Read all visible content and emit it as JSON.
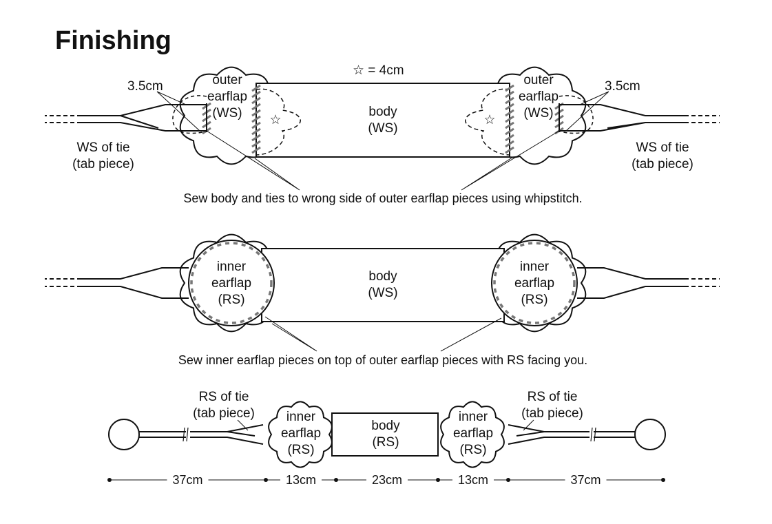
{
  "title": "Finishing",
  "step1": {
    "star_note": "☆ = 4cm",
    "left_measure": "3.5cm",
    "right_measure": "3.5cm",
    "outer_earflap": [
      "outer",
      "earflap",
      "(WS)"
    ],
    "body": [
      "body",
      "(WS)"
    ],
    "tie": [
      "WS of tie",
      "(tab piece)"
    ],
    "star": "☆",
    "caption": "Sew body and ties to wrong side of outer earflap pieces using whipstitch."
  },
  "step2": {
    "inner_earflap": [
      "inner",
      "earflap",
      "(RS)"
    ],
    "body": [
      "body",
      "(WS)"
    ],
    "caption": "Sew inner earflap pieces on top of outer earflap pieces with RS facing you."
  },
  "step3": {
    "tie": [
      "RS of tie",
      "(tab piece)"
    ],
    "inner_earflap": [
      "inner",
      "earflap",
      "(RS)"
    ],
    "body": [
      "body",
      "(RS)"
    ],
    "measurements": [
      "37cm",
      "13cm",
      "23cm",
      "13cm",
      "37cm"
    ]
  },
  "colors": {
    "ink": "#111111",
    "stitch": "#777777"
  }
}
